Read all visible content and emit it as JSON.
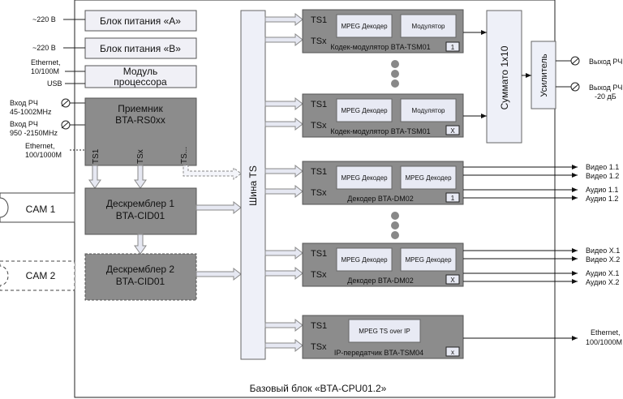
{
  "base_block": "Базовый блок «BTA-CPU01.2»",
  "inputs": {
    "power_a_in": "~220 В",
    "power_b_in": "~220 В",
    "ethernet_cpu_line1": "Ethernet,",
    "ethernet_cpu_line2": "10/100M",
    "usb": "USB",
    "rf1_line1": "Вход РЧ",
    "rf1_line2": "45-1002MHz",
    "rf2_line1": "Вход РЧ",
    "rf2_line2": "950 -2150MHz",
    "eth_in_line1": "Ethernet,",
    "eth_in_line2": "100/1000M"
  },
  "blocks": {
    "power_a": "Блок питания «А»",
    "power_b": "Блок питания «В»",
    "cpu_line1": "Модуль",
    "cpu_line2": "процессора",
    "receiver_line1": "Приемник",
    "receiver_line2": "BTA-RS0xx",
    "rx_out_ts1": "TS1",
    "rx_out_tsx": "TSx",
    "rx_out_ts": "TS...",
    "descr1_line1": "Дескремблер 1",
    "descr1_line2": "BTA-CID01",
    "descr2_line1": "Дескремблер 2",
    "descr2_line2": "BTA-CID01",
    "cam1": "CAM 1",
    "cam2": "CAM 2",
    "bus": "Шина TS",
    "summator": "Суммато 1х10",
    "amplifier": "Усилитель"
  },
  "modules": [
    {
      "ts1": "TS1",
      "tsx": "TSx",
      "sub1": "MPEG Декодер",
      "sub2": "Модулятор",
      "label": "Кодек-модулятор BTA-TSM01",
      "badge": "1"
    },
    {
      "ts1": "TS1",
      "tsx": "TSx",
      "sub1": "MPEG Декодер",
      "sub2": "Модулятор",
      "label": "Кодек-модулятор BTA-TSM01",
      "badge": "X"
    },
    {
      "ts1": "TS1",
      "tsx": "TSx",
      "sub1": "MPEG Декодер",
      "sub2": "MPEG Декодер",
      "label": "Декодер BTA-DM02",
      "badge": "1"
    },
    {
      "ts1": "TS1",
      "tsx": "TSx",
      "sub1": "MPEG Декодер",
      "sub2": "MPEG Декодер",
      "label": "Декодер BTA-DM02",
      "badge": "X"
    },
    {
      "ts1": "TS1",
      "tsx": "TSx",
      "sub1": "MPEG TS over IP",
      "sub2": "",
      "label": "IP-передатчик BTA-TSM04",
      "badge": "x"
    }
  ],
  "outputs": {
    "rf_out": "Выход РЧ",
    "rf_out2_line1": "Выход РЧ",
    "rf_out2_line2": "-20 дБ",
    "dec1": [
      "Видео 1.1",
      "Видео 1.2",
      "Аудио 1.1",
      "Аудио 1.2"
    ],
    "dec2": [
      "Видео X.1",
      "Видео X.2",
      "Аудио X.1",
      "Аудио X.2"
    ],
    "eth_out_line1": "Ethernet,",
    "eth_out_line2": "100/1000M"
  },
  "colors": {
    "gray_block": "#8c8c8c",
    "light_block": "#f0f0f6",
    "bus_fill": "#eef0f8",
    "sub_fill": "#e8eaf4",
    "arrow_fill": "#e6e8f2"
  }
}
